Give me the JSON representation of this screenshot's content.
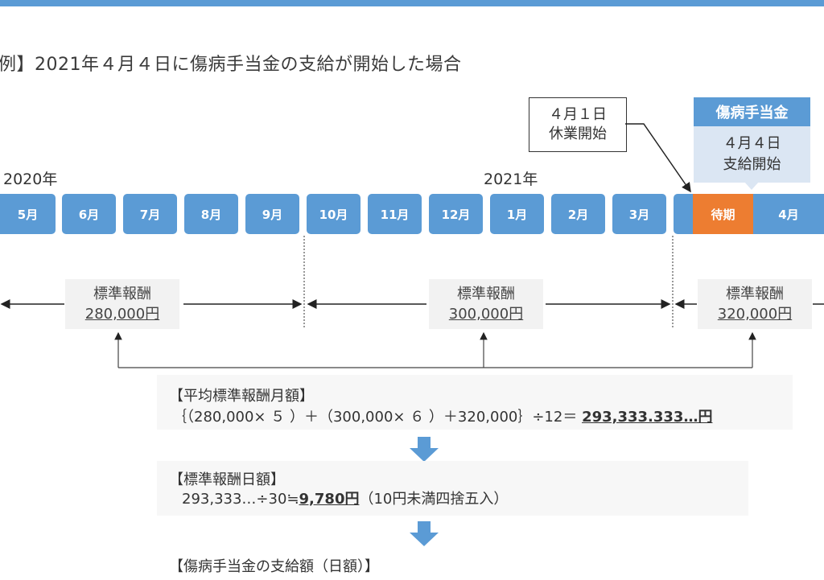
{
  "title": "例】2021年４月４日に傷病手当金の支給が開始した場合",
  "years": {
    "y2020": "2020年",
    "y2021": "2021年"
  },
  "months": [
    "5月",
    "6月",
    "7月",
    "8月",
    "9月",
    "10月",
    "11月",
    "12月",
    "1月",
    "2月",
    "3月"
  ],
  "waiting_label": "待期",
  "april_label": "4月",
  "callout": {
    "line1": "４月１日",
    "line2": "休業開始"
  },
  "benefit": {
    "header": "傷病手当金",
    "line1": "４月４日",
    "line2": "支給開始"
  },
  "salaries": [
    {
      "label": "標準報酬",
      "amount": "280,000円"
    },
    {
      "label": "標準報酬",
      "amount": "300,000円"
    },
    {
      "label": "標準報酬",
      "amount": "320,000円"
    }
  ],
  "monthly_avg": {
    "title": "【平均標準報酬月額】",
    "formula": "｛（280,000× ５ ）＋（300,000× ６ ）＋320,000｝÷12＝ ",
    "result": "293,333.333…円"
  },
  "daily": {
    "title": "【標準報酬日額】",
    "formula": "293,333…÷30≒",
    "result": "9,780円",
    "note": "（10円未満四捨五入）"
  },
  "payment": {
    "title": "【傷病手当金の支給額（日額）】"
  },
  "colors": {
    "blue": "#5b9bd5",
    "orange": "#ed7d31",
    "light_blue": "#dbe6f3"
  }
}
